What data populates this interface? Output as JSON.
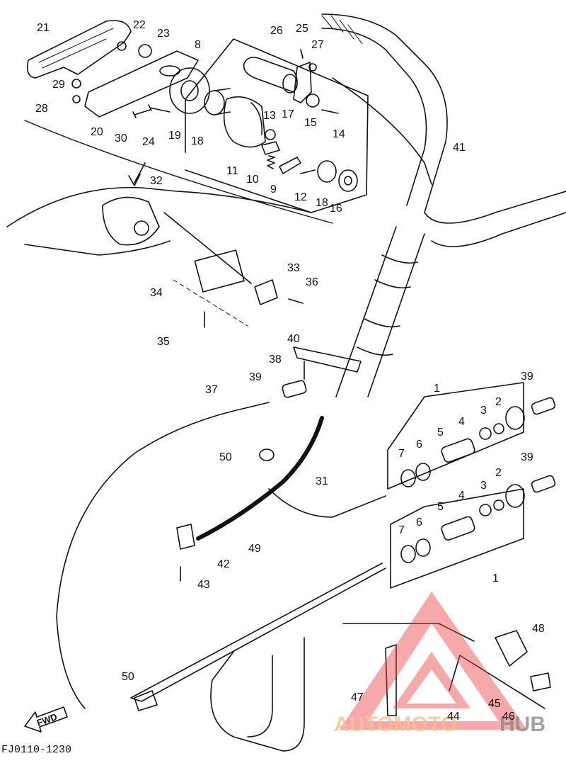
{
  "diagram_code": "FJ0110-1230",
  "direction_label": "FWD",
  "watermark": {
    "part1": "AUTOMOTO",
    "part2": "HUB",
    "color_light": "#f6c08f",
    "color_dark": "#8a8a8a",
    "triangle": "#e8413f"
  },
  "callouts": [
    {
      "id": "21",
      "text": "21"
    },
    {
      "id": "22",
      "text": "22"
    },
    {
      "id": "23",
      "text": "23"
    },
    {
      "id": "8",
      "text": "8"
    },
    {
      "id": "26",
      "text": "26"
    },
    {
      "id": "25",
      "text": "25"
    },
    {
      "id": "27",
      "text": "27"
    },
    {
      "id": "29",
      "text": "29"
    },
    {
      "id": "28",
      "text": "28"
    },
    {
      "id": "17",
      "text": "17"
    },
    {
      "id": "15",
      "text": "15"
    },
    {
      "id": "14",
      "text": "14"
    },
    {
      "id": "13",
      "text": "13"
    },
    {
      "id": "20",
      "text": "20"
    },
    {
      "id": "30",
      "text": "30"
    },
    {
      "id": "24",
      "text": "24"
    },
    {
      "id": "19",
      "text": "19"
    },
    {
      "id": "18a",
      "text": "18"
    },
    {
      "id": "11",
      "text": "11"
    },
    {
      "id": "10",
      "text": "10"
    },
    {
      "id": "9",
      "text": "9"
    },
    {
      "id": "12",
      "text": "12"
    },
    {
      "id": "18b",
      "text": "18"
    },
    {
      "id": "16",
      "text": "16"
    },
    {
      "id": "41",
      "text": "41"
    },
    {
      "id": "32",
      "text": "32"
    },
    {
      "id": "33",
      "text": "33"
    },
    {
      "id": "36",
      "text": "36"
    },
    {
      "id": "34",
      "text": "34"
    },
    {
      "id": "35",
      "text": "35"
    },
    {
      "id": "40",
      "text": "40"
    },
    {
      "id": "38",
      "text": "38"
    },
    {
      "id": "37",
      "text": "37"
    },
    {
      "id": "39a",
      "text": "39"
    },
    {
      "id": "1a",
      "text": "1"
    },
    {
      "id": "39b",
      "text": "39"
    },
    {
      "id": "2a",
      "text": "2"
    },
    {
      "id": "3a",
      "text": "3"
    },
    {
      "id": "4a",
      "text": "4"
    },
    {
      "id": "5a",
      "text": "5"
    },
    {
      "id": "7a",
      "text": "7"
    },
    {
      "id": "6a",
      "text": "6"
    },
    {
      "id": "39c",
      "text": "39"
    },
    {
      "id": "50a",
      "text": "50"
    },
    {
      "id": "31",
      "text": "31"
    },
    {
      "id": "2b",
      "text": "2"
    },
    {
      "id": "3b",
      "text": "3"
    },
    {
      "id": "4b",
      "text": "4"
    },
    {
      "id": "5b",
      "text": "5"
    },
    {
      "id": "7b",
      "text": "7"
    },
    {
      "id": "6b",
      "text": "6"
    },
    {
      "id": "49",
      "text": "49"
    },
    {
      "id": "42",
      "text": "42"
    },
    {
      "id": "43",
      "text": "43"
    },
    {
      "id": "1b",
      "text": "1"
    },
    {
      "id": "48",
      "text": "48"
    },
    {
      "id": "50b",
      "text": "50"
    },
    {
      "id": "47",
      "text": "47"
    },
    {
      "id": "45",
      "text": "45"
    },
    {
      "id": "44",
      "text": "44"
    },
    {
      "id": "46",
      "text": "46"
    }
  ]
}
